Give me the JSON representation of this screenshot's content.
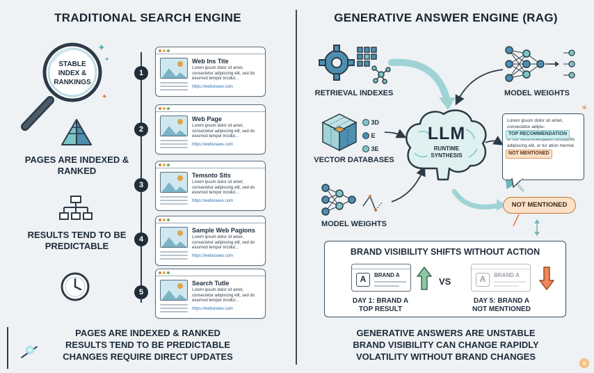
{
  "left": {
    "title": "TRADITIONAL SEARCH ENGINE",
    "magnifier_text": [
      "STABLE",
      "INDEX &",
      "RANKINGS"
    ],
    "pyramid_caption": "PAGES ARE INDEXED & RANKED",
    "hierarchy_caption": "RESULTS TEND TO BE PREDICTABLE",
    "results": [
      {
        "num": "1",
        "title": "Web Ins Tite",
        "desc": "Lorem ipsum dolor sit amet, consectetur adipiscing elit, sed do eiusmod tempor incidut...",
        "url": "https://websisees.com"
      },
      {
        "num": "2",
        "title": "Web Page",
        "desc": "Lorem ipsum dolor sit amet, consectetur adipiscing elit, sed do eiusmod tempor incidut...",
        "url": "https://websisees.com"
      },
      {
        "num": "3",
        "title": "Temsnto Sits",
        "desc": "Lorem ipsum dolor sit amet, consectetur adipiscing elit, sed do eiusmod tempor incidut...",
        "url": "https://websisees.com"
      },
      {
        "num": "4",
        "title": "Sample Web Pagions",
        "desc": "Lorem ipsum dolor sit amet, consectetur adipiscing elit, sed do eiusmod tempor incidut...",
        "url": "https://websisees.com"
      },
      {
        "num": "5",
        "title": "Search Tutle",
        "desc": "Lorem ipsum dolor sit amet, consectetur adipiscing elit, sed do eiusmod tempor incidut...",
        "url": "https://websisees.com"
      }
    ],
    "footer": [
      "PAGES ARE INDEXED & RANKED",
      "RESULTS TEND TO BE PREDICTABLE",
      "CHANGES REQUIRE DIRECT UPDATES"
    ]
  },
  "right": {
    "title": "GENERATIVE ANSWER ENGINE (RAG)",
    "retrieval_label": "RETRIEVAL INDEXES",
    "model_weights_top": "MODEL WEIGHTS",
    "vector_label": "VECTOR DATABASES",
    "vector_items": [
      "3D",
      "E",
      "3E"
    ],
    "model_weights_bottom": "MODEL WEIGHTS",
    "llm": {
      "title": "LLM",
      "sub1": "RUNTIME",
      "sub2": "SYNTHESIS"
    },
    "bubble": {
      "line1": "Lorem ipsum dolor sit amet, consectetur adipis-",
      "tag1": "TOP RECOMMENDATION",
      "line2": "or nor recommendation tontidunts adipiscing elit, or tur ation mernet.",
      "tag2": "NOT MENTIONED"
    },
    "not_mentioned": "NOT MENTIONED",
    "brand_box": {
      "title": "BRAND VISIBILITY SHIFTS WITHOUT ACTION",
      "card_label": "BRAND A",
      "letter": "A",
      "vs": "VS",
      "day1": [
        "DAY 1: BRAND A",
        "TOP RESULT"
      ],
      "day5": [
        "DAY 5: BRAND A",
        "NOT MENTIONED"
      ]
    },
    "footer": [
      "GENERATIVE ANSWERS ARE UNSTABLE",
      "BRAND VISIBILITY CAN CHANGE RAPIDLY",
      "VOLATILITY WITHOUT BRAND CHANGES"
    ]
  },
  "colors": {
    "dark": "#1f2d3b",
    "teal": "#7cc6c8",
    "orange": "#e07a3a",
    "green": "#6aa683",
    "brain": "#dff1f0"
  }
}
